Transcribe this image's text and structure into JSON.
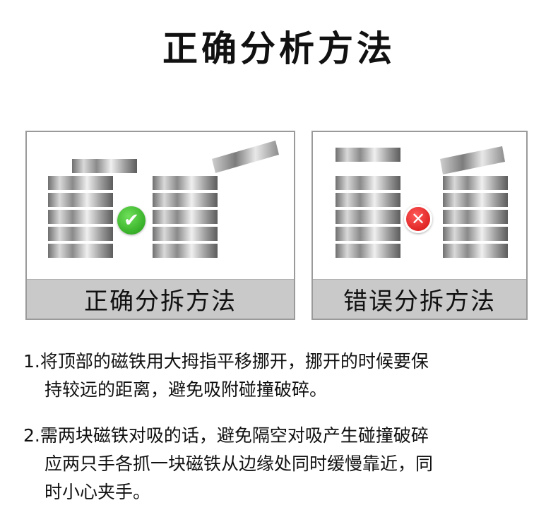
{
  "page": {
    "title": "正确分析方法"
  },
  "panels": {
    "correct": {
      "caption": "正确分拆方法",
      "status_icon": "check-icon",
      "status_color": "#22a516"
    },
    "wrong": {
      "caption": "错误分拆方法",
      "status_icon": "cross-icon",
      "status_color": "#e01515"
    }
  },
  "notes": [
    {
      "lines": [
        "1.将顶部的磁铁用大拇指平移挪开，挪开的时候要保",
        "持较远的距离，避免吸附碰撞破碎。"
      ]
    },
    {
      "lines": [
        "2.需两块磁铁对吸的话，避免隔空对吸产生碰撞破碎",
        "应两只手各抓一块磁铁从边缘处同时缓慢靠近，同",
        "时小心夹手。"
      ]
    }
  ],
  "icons": {
    "check": "✔",
    "cross": "✕"
  }
}
